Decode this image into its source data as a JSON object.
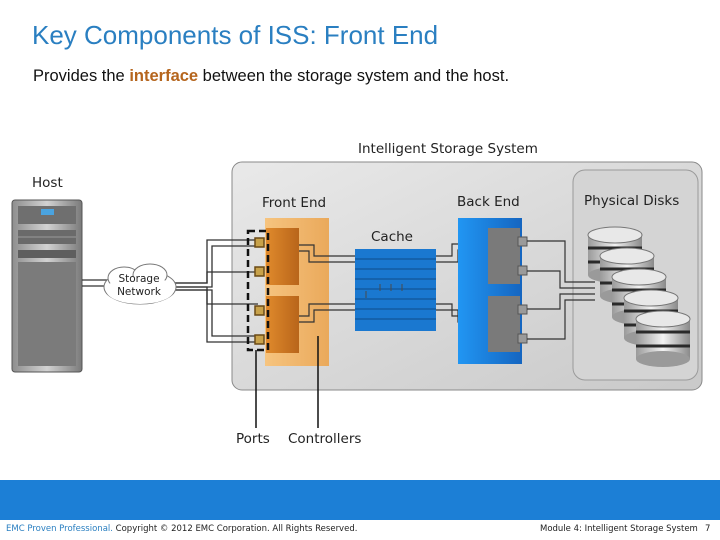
{
  "slide": {
    "title": "Key Components of ISS: Front End",
    "subtitle": {
      "before": "Provides the ",
      "highlight": "interface",
      "after": " between the storage system and the host."
    }
  },
  "diagram": {
    "iss_label": "Intelligent Storage System",
    "host_label": "Host",
    "front_end_label": "Front End",
    "back_end_label": "Back End",
    "physical_disks_label": "Physical Disks",
    "cache_label": "Cache",
    "storage_network_line1": "Storage",
    "storage_network_line2": "Network",
    "ports_label": "Ports",
    "controllers_label": "Controllers"
  },
  "footer": {
    "brand": "EMC Proven Professional.",
    "copyright": " Copyright © 2012 EMC Corporation. All Rights Reserved.",
    "module": "Module 4: Intelligent Storage System",
    "page": "7"
  },
  "colors": {
    "title": "#2a7fc1",
    "highlight": "#b5651d",
    "front_end": "#f0b46a",
    "back_end": "#1e88e5",
    "cache": "#1a78d0",
    "footer_band": "#1c7fd6",
    "footer_brand": "#2a7fc1"
  }
}
